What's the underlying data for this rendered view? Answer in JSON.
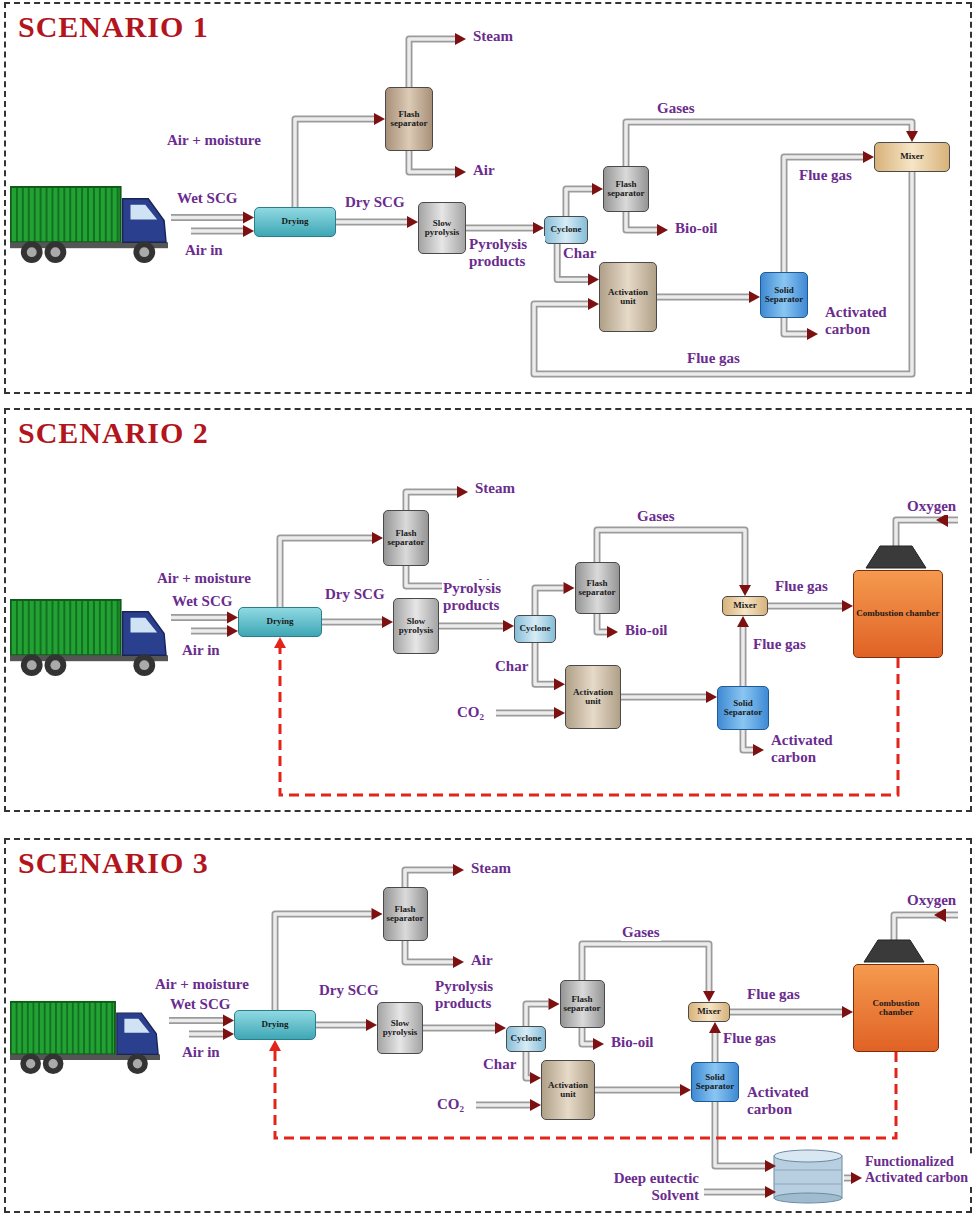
{
  "diagram": {
    "nodes": [
      {
        "text": [
          "SCENARIO 1"
        ]
      },
      {
        "text": [
          "Drying"
        ],
        "in": 0
      },
      {
        "text": [
          "Flash separator"
        ],
        "in": 0
      },
      {
        "text": [
          "Slow pyrolysis"
        ],
        "in": 0
      },
      {
        "text": [
          "Cyclone"
        ],
        "in": 0
      },
      {
        "text": [
          "Flash separator"
        ],
        "in": 0
      },
      {
        "text": [
          "Activation unit"
        ],
        "in": 0
      },
      {
        "text": [
          "Solid Separator"
        ],
        "in": 0
      },
      {
        "text": [
          "Mixer"
        ],
        "in": 0
      },
      {
        "text": [
          "SCENARIO 2"
        ]
      },
      {
        "text": [
          "Drying"
        ],
        "in": 9
      },
      {
        "text": [
          "Flash separator"
        ],
        "in": 9
      },
      {
        "text": [
          "Slow pyrolysis"
        ],
        "in": 9
      },
      {
        "text": [
          "Cyclone"
        ],
        "in": 9
      },
      {
        "text": [
          "Flash separator"
        ],
        "in": 9
      },
      {
        "text": [
          "Mixer"
        ],
        "in": 9
      },
      {
        "text": [
          "Combustion chamber"
        ],
        "in": 9
      },
      {
        "text": [
          "Activation unit"
        ],
        "in": 9
      },
      {
        "text": [
          "Solid Separator"
        ],
        "in": 9
      },
      {
        "text": [
          "SCENARIO 3"
        ]
      },
      {
        "text": [
          "Drying"
        ],
        "in": 19
      },
      {
        "text": [
          "Flash separator"
        ],
        "in": 19
      },
      {
        "text": [
          "Slow pyrolysis"
        ],
        "in": 19
      },
      {
        "text": [
          "Cyclone"
        ],
        "in": 19
      },
      {
        "text": [
          "Flash separator"
        ],
        "in": 19
      },
      {
        "text": [
          "Mixer"
        ],
        "in": 19
      },
      {
        "text": [
          "Combustion chamber"
        ],
        "in": 19
      },
      {
        "text": [
          "Activation unit"
        ],
        "in": 19
      },
      {
        "text": [
          "Solid Separator"
        ],
        "in": 19
      }
    ],
    "edges": [
      {
        "from": 1,
        "to": 2,
        "arrow": "to",
        "label": "Air + moisture"
      },
      {
        "from": 1,
        "to": 3,
        "arrow": "to",
        "label": "Dry SCG"
      },
      {
        "from": 3,
        "to": 4,
        "arrow": "to",
        "label": "Pyrolysis products"
      },
      {
        "from": 4,
        "to": 5,
        "arrow": "to"
      },
      {
        "from": 4,
        "to": 6,
        "arrow": "to",
        "label": "Char"
      },
      {
        "from": 5,
        "to": 8,
        "arrow": "to",
        "label": "Gases"
      },
      {
        "from": 6,
        "to": 7,
        "arrow": "to"
      },
      {
        "from": 7,
        "to": 8,
        "arrow": "to",
        "label": "Flue gas"
      },
      {
        "from": 8,
        "to": 6,
        "arrow": "to",
        "label": "Flue gas"
      },
      {
        "from": 10,
        "to": 11,
        "arrow": "to",
        "label": "Air + moisture"
      },
      {
        "from": 10,
        "to": 12,
        "arrow": "to",
        "label": "Dry SCG"
      },
      {
        "from": 12,
        "to": 13,
        "arrow": "to",
        "label": "Pyrolysis products"
      },
      {
        "from": 13,
        "to": 14,
        "arrow": "to"
      },
      {
        "from": 13,
        "to": 17,
        "arrow": "to",
        "label": "Char"
      },
      {
        "from": 14,
        "to": 15,
        "arrow": "to",
        "label": "Gases"
      },
      {
        "from": 17,
        "to": 18,
        "arrow": "to"
      },
      {
        "from": 18,
        "to": 15,
        "arrow": "to",
        "label": "Flue gas"
      },
      {
        "from": 15,
        "to": 16,
        "arrow": "to",
        "label": "Flue gas"
      },
      {
        "from": 16,
        "to": 10,
        "arrow": "to"
      },
      {
        "from": 20,
        "to": 21,
        "arrow": "to",
        "label": "Air + moisture"
      },
      {
        "from": 20,
        "to": 22,
        "arrow": "to",
        "label": "Dry SCG"
      },
      {
        "from": 22,
        "to": 23,
        "arrow": "to",
        "label": "Pyrolysis products"
      },
      {
        "from": 23,
        "to": 24,
        "arrow": "to"
      },
      {
        "from": 23,
        "to": 27,
        "arrow": "to",
        "label": "Char"
      },
      {
        "from": 24,
        "to": 25,
        "arrow": "to",
        "label": "Gases"
      },
      {
        "from": 27,
        "to": 28,
        "arrow": "to"
      },
      {
        "from": 28,
        "to": 25,
        "arrow": "to",
        "label": "Flue gas"
      },
      {
        "from": 25,
        "to": 26,
        "arrow": "to",
        "label": "Flue gas"
      },
      {
        "from": 26,
        "to": 20,
        "arrow": "to"
      }
    ],
    "labels": [
      "Steam",
      "Air",
      "Wet SCG",
      "Air in",
      "Bio-oil",
      "Activated carbon",
      "Steam",
      "Air",
      "Wet SCG",
      "Air in",
      "Bio-oil",
      "CO₂",
      "Oxygen",
      "Activated carbon",
      "Steam",
      "Air",
      "Wet SCG",
      "Air in",
      "Bio-oil",
      "CO₂",
      "Oxygen",
      "Activated carbon",
      "Deep eutectic Solvent",
      "Functionalized Activated carbon"
    ]
  }
}
